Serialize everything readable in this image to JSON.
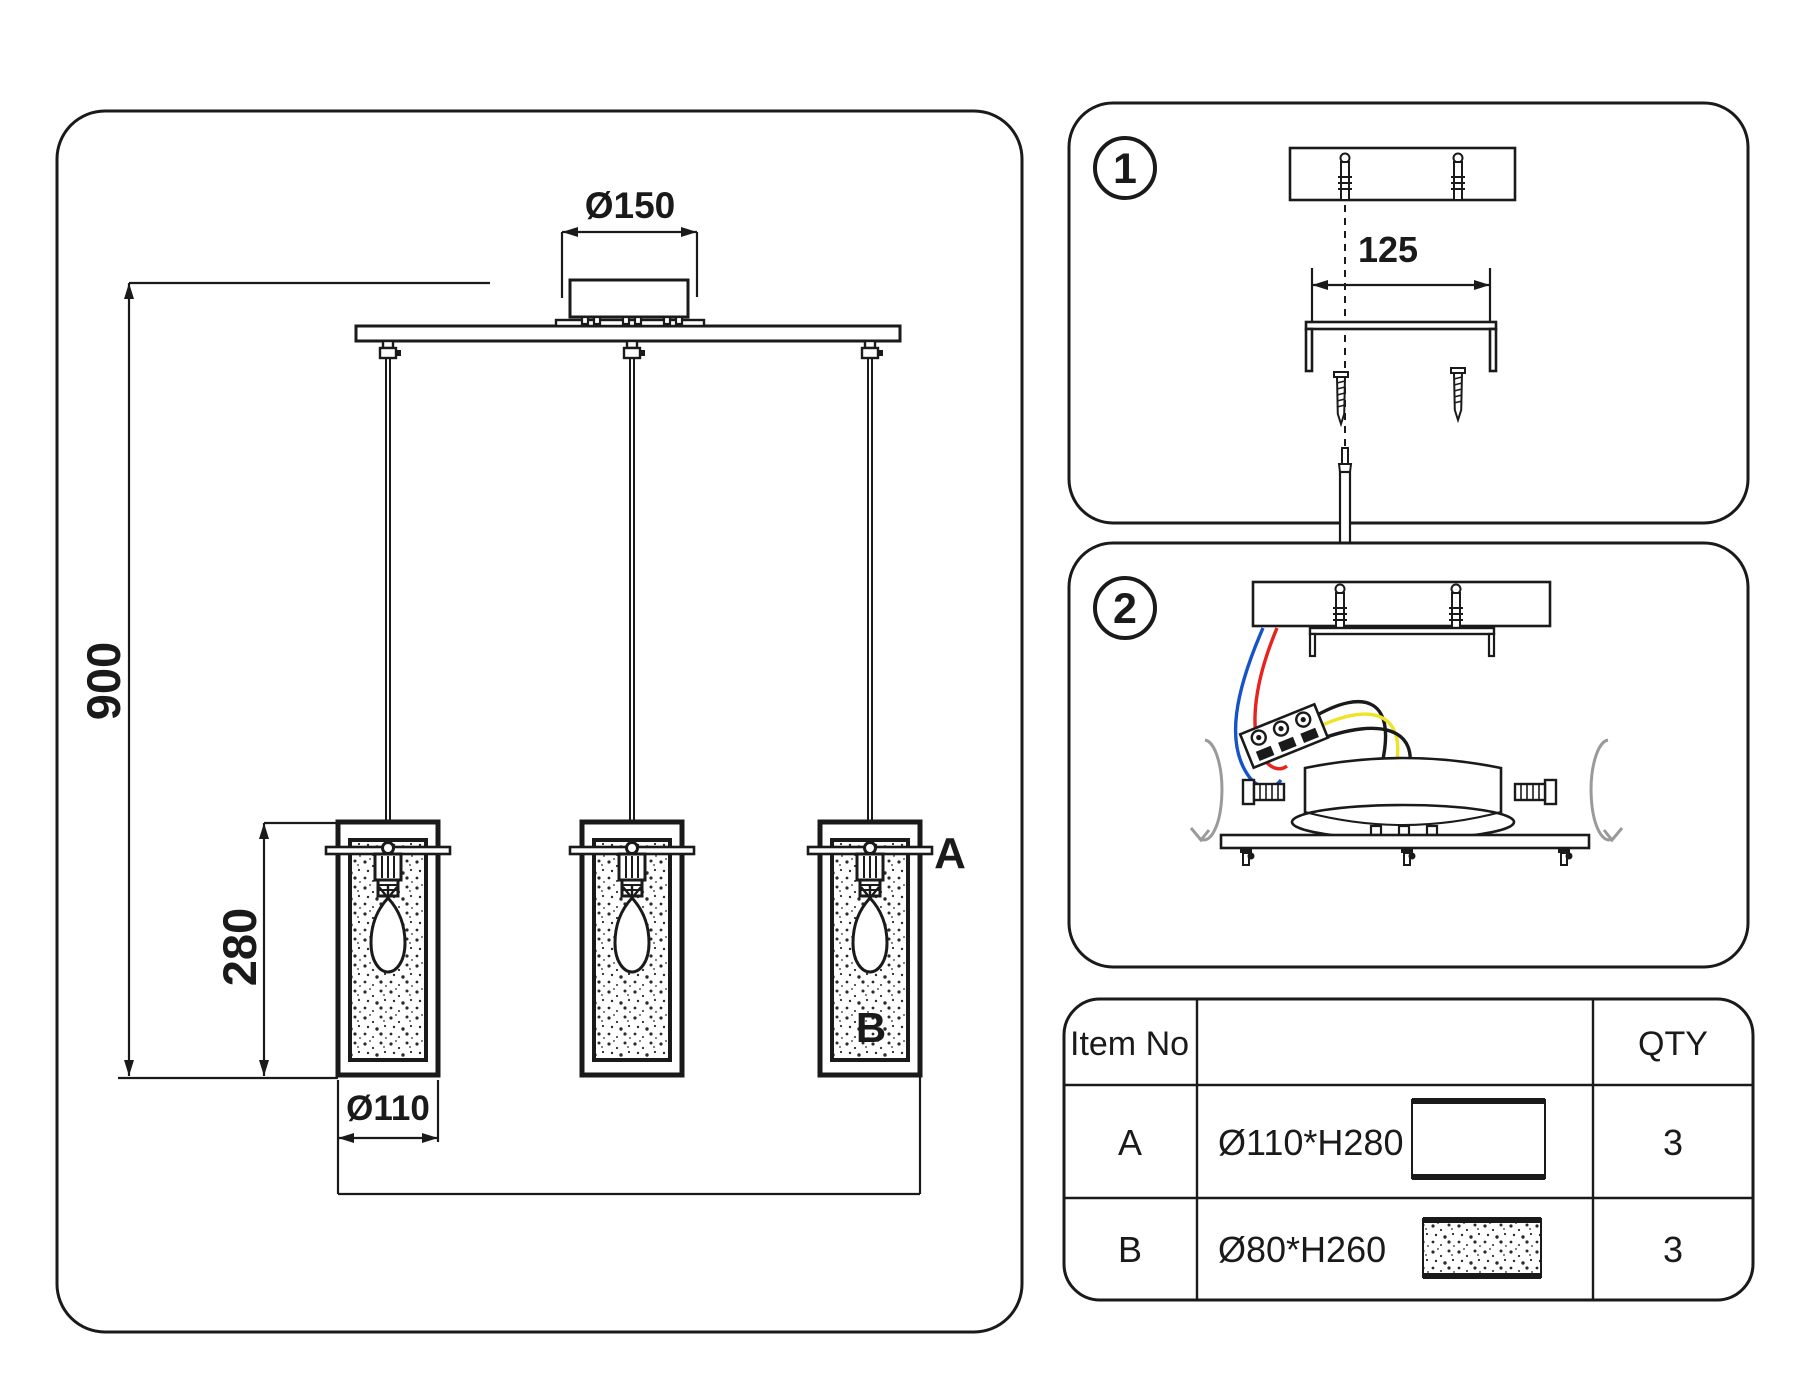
{
  "main_diagram": {
    "overall_height": "900",
    "shade_height": "280",
    "canopy_diameter": "Ø150",
    "shade_diameter": "Ø110",
    "label_a": "A",
    "label_b": "B"
  },
  "step1": {
    "badge": "1",
    "bracket_width": "125"
  },
  "step2": {
    "badge": "2"
  },
  "parts_table": {
    "header": {
      "item_no": "Item No",
      "qty": "QTY"
    },
    "rows": [
      {
        "item": "A",
        "size": "Ø110*H280",
        "qty": "3"
      },
      {
        "item": "B",
        "size": "Ø80*H260",
        "qty": "3"
      }
    ]
  },
  "colors": {
    "line": "#1a1a1a",
    "wire_blue": "#1553c8",
    "wire_red": "#e8221c",
    "wire_yellow": "#efe32a"
  }
}
